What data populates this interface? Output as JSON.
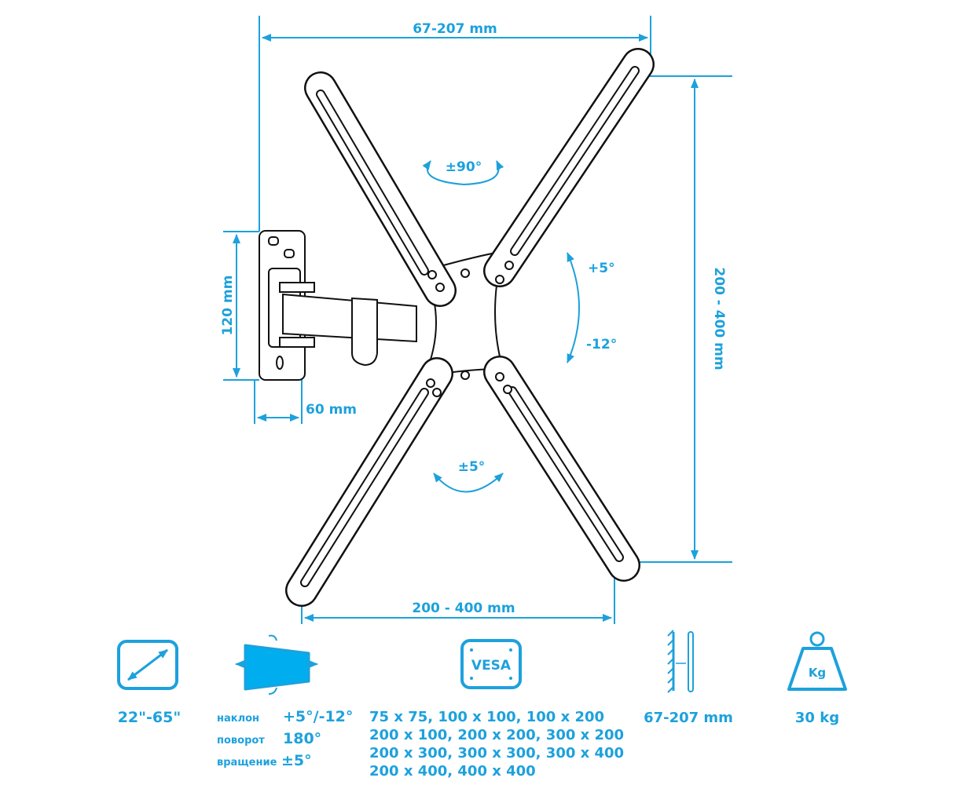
{
  "dimensions": {
    "top_width": "67-207 mm",
    "right_height": "200 - 400 mm",
    "bottom_width": "200 - 400 mm",
    "plate_height": "120 mm",
    "plate_depth": "60 mm"
  },
  "rotation_labels": {
    "rotate": "±90°",
    "tilt_up": "+5°",
    "tilt_down": "-12°",
    "swivel": "±5°"
  },
  "specs": {
    "screen_size": "22\"-65\"",
    "tilt_label": "наклон",
    "tilt_value": "+5°/-12°",
    "swivel_label": "поворот",
    "swivel_value": "180°",
    "rotation_label": "вращение",
    "rotation_value": "±5°",
    "vesa_icon_text": "VESA",
    "vesa_lines": [
      "75 x 75, 100 x 100, 100 x 200",
      "200 x 100, 200 x 200, 300 x 200",
      "200 x 300, 300 x 300, 300 x 400",
      "200 x 400, 400 x 400"
    ],
    "wall_distance": "67-207 mm",
    "max_load": "30 kg",
    "weight_icon_text": "Kg"
  },
  "colors": {
    "accent": "#1da1dc",
    "line": "#111111"
  }
}
